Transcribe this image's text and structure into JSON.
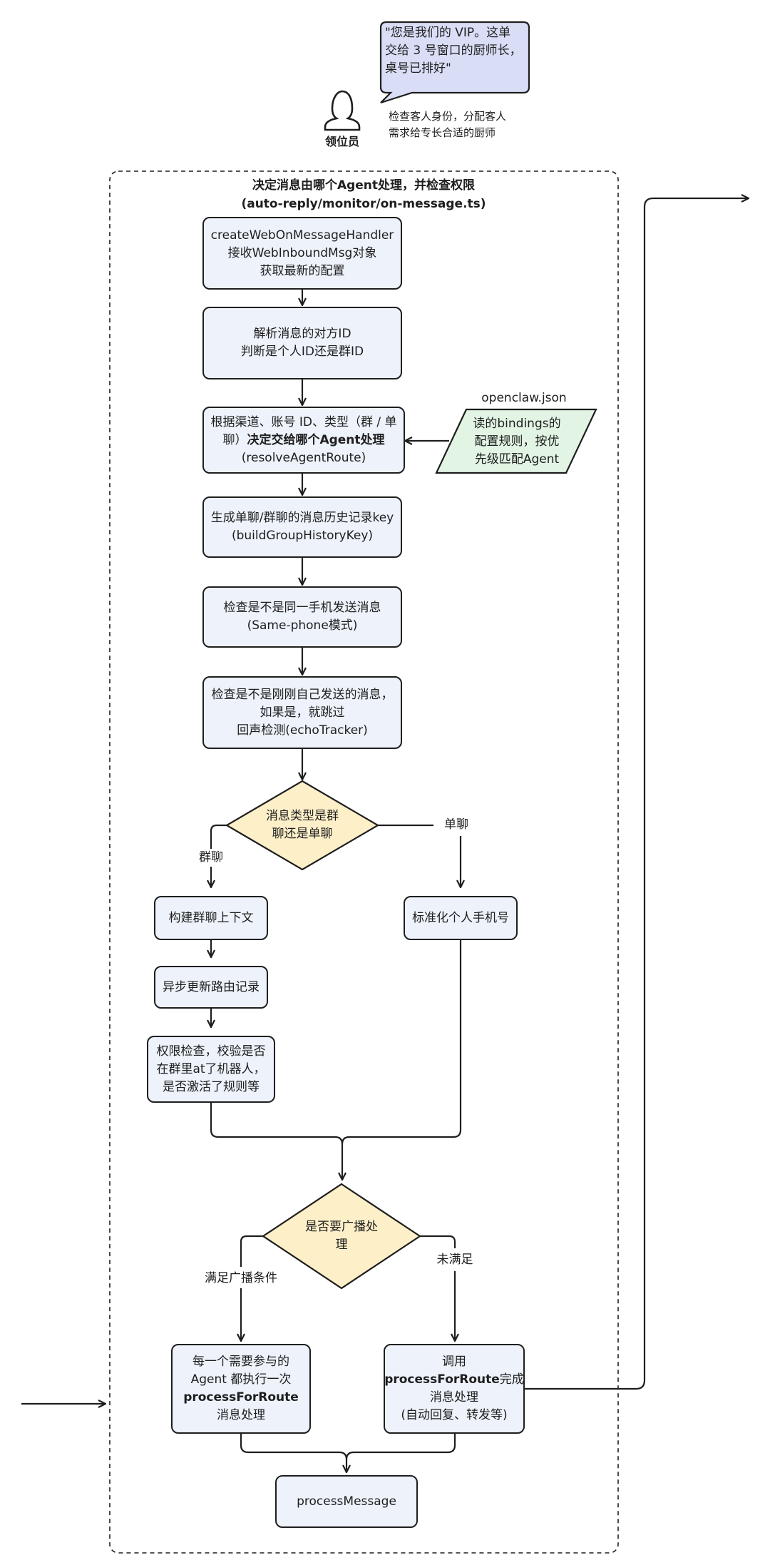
{
  "speech_bubble": {
    "lines": [
      "\"您是我们的 VIP。这单",
      "交给 3 号窗口的厨师长，",
      "桌号已排好\""
    ]
  },
  "host": {
    "label": "领位员",
    "desc": [
      "检查客人身份，分配客人",
      "需求给专长合适的厨师"
    ]
  },
  "container": {
    "title": "决定消息由哪个Agent处理，并检查权限",
    "subtitle": "(auto-reply/monitor/on-message.ts)"
  },
  "steps": {
    "handler": [
      "createWebOnMessageHandler",
      "接收WebInboundMsg对象",
      "获取最新的配置"
    ],
    "parse_id": [
      "解析消息的对方ID",
      "判断是个人ID还是群ID"
    ],
    "route": {
      "line1": "根据渠道、账号 ID、类型（群 / 单",
      "line2_prefix": "聊）",
      "line2_bold": "决定交给哪个Agent处理",
      "line3": "(resolveAgentRoute)"
    },
    "history_key": [
      "生成单聊/群聊的消息历史记录key",
      "(buildGroupHistoryKey)"
    ],
    "same_phone": [
      "检查是不是同一手机发送消息",
      "(Same-phone模式)"
    ],
    "echo": [
      "检查是不是刚刚自己发送的消息，",
      "如果是，就跳过",
      "回声检测(echoTracker)"
    ],
    "group_context": "构建群聊上下文",
    "async_route": "异步更新路由记录",
    "permission": [
      "权限检查，校验是否",
      "在群里at了机器人，",
      "是否激活了规则等"
    ],
    "normalize_phone": "标准化个人手机号",
    "broadcast_each": {
      "line1": "每一个需要参与的",
      "line2": "Agent 都执行一次",
      "line3_bold": "processForRoute",
      "line4": "消息处理"
    },
    "call_route": {
      "line1": "调用",
      "line2_bold": "processForRoute",
      "line2_suffix": "完成",
      "line3": "消息处理",
      "line4": "(自动回复、转发等)"
    },
    "process_message": "processMessage"
  },
  "config": {
    "file_label": "openclaw.json",
    "lines": [
      "读的bindings的",
      "配置规则，按优",
      "先级匹配Agent"
    ]
  },
  "decisions": {
    "chat_type": {
      "lines": [
        "消息类型是群",
        "聊还是单聊"
      ],
      "left_label": "群聊",
      "right_label": "单聊"
    },
    "broadcast": {
      "lines": [
        "是否要广播处",
        "理"
      ],
      "left_label": "满足广播条件",
      "right_label": "未满足"
    }
  },
  "colors": {
    "box_fill": "#edf2fb",
    "decision_fill": "#fdefc8",
    "config_fill": "#e2f4e3",
    "bubble_fill": "#d9def6",
    "stroke": "#1e1e1e"
  }
}
